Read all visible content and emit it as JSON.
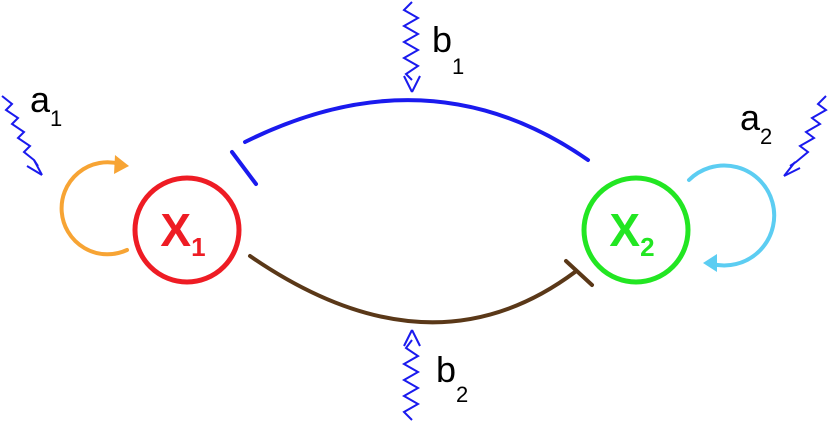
{
  "nodes": {
    "x1": {
      "letter": "X",
      "sub": "1",
      "color": "#ee1c24"
    },
    "x2": {
      "letter": "X",
      "sub": "2",
      "color": "#22e622"
    }
  },
  "self_loops": {
    "x1": {
      "color": "#f7a434"
    },
    "x2": {
      "color": "#5ccdf2"
    }
  },
  "edges": {
    "x2_inhibits_x1": {
      "color": "#1a1aee",
      "type": "inhibition"
    },
    "x1_inhibits_x2": {
      "color": "#5a3818",
      "type": "inhibition"
    }
  },
  "signals": {
    "color": "#1a1aee",
    "a1": {
      "base": "a",
      "sub": "1"
    },
    "a2": {
      "base": "a",
      "sub": "2"
    },
    "b1": {
      "base": "b",
      "sub": "1"
    },
    "b2": {
      "base": "b",
      "sub": "2"
    }
  }
}
